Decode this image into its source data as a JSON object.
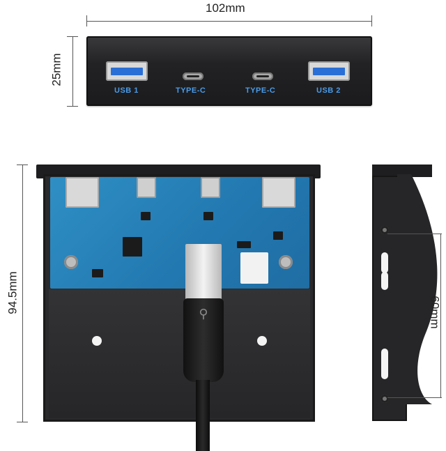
{
  "dimensions": {
    "width_label": "102mm",
    "height_label": "25mm",
    "depth_label": "94.5mm",
    "side_label": "60mm"
  },
  "ports": {
    "usb1": "USB 1",
    "typec_1": "TYPE-C",
    "typec_2": "TYPE-C",
    "usb2": "USB 2"
  },
  "colors": {
    "port_label": "#4a9be8",
    "pcb": "#2278b0",
    "panel": "#222224"
  }
}
